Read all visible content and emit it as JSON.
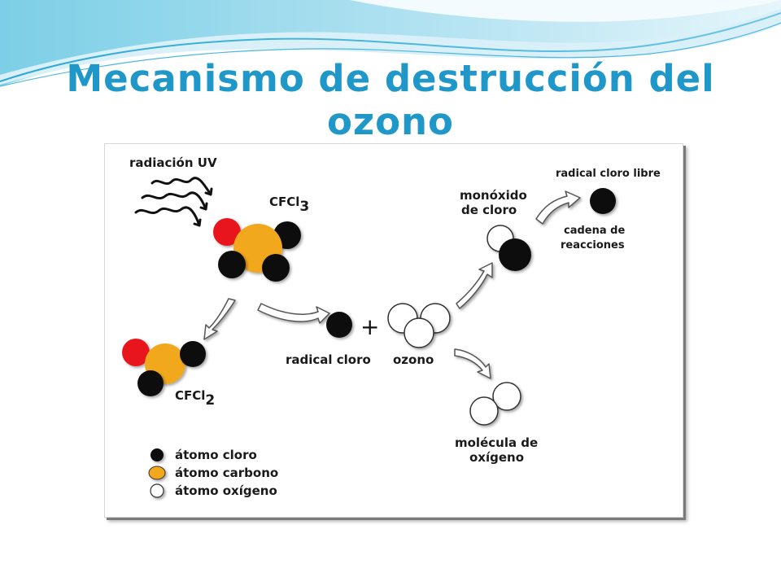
{
  "slide": {
    "title": "Mecanismo de destrucción del ozono"
  },
  "diagram": {
    "uv_label": "radiación UV",
    "cfcl3_formula": "CFCl",
    "cfcl3_sub": "3",
    "cfcl2_formula": "CFCl",
    "cfcl2_sub": "2",
    "radical_cloro_label": "radical cloro",
    "plus_sign": "+",
    "ozono_label": "ozono",
    "monoxido_line1": "monóxido",
    "monoxido_line2": "de cloro",
    "radical_libre_label": "radical cloro libre",
    "cadena_line1": "cadena de",
    "cadena_line2": "reacciones",
    "molecula_line1": "molécula de",
    "molecula_line2": "oxígeno"
  },
  "legend": [
    {
      "label": "átomo cloro",
      "color": "#111111"
    },
    {
      "label": "átomo carbono",
      "color": "#f2a81d"
    },
    {
      "label": "átomo oxígeno",
      "color": "#ffffff"
    }
  ],
  "colors": {
    "title": "#1f97c9",
    "chlorine": "#111111",
    "carbon": "#f2a81d",
    "fluorine": "#e8191d",
    "oxygen": "#ffffff"
  }
}
